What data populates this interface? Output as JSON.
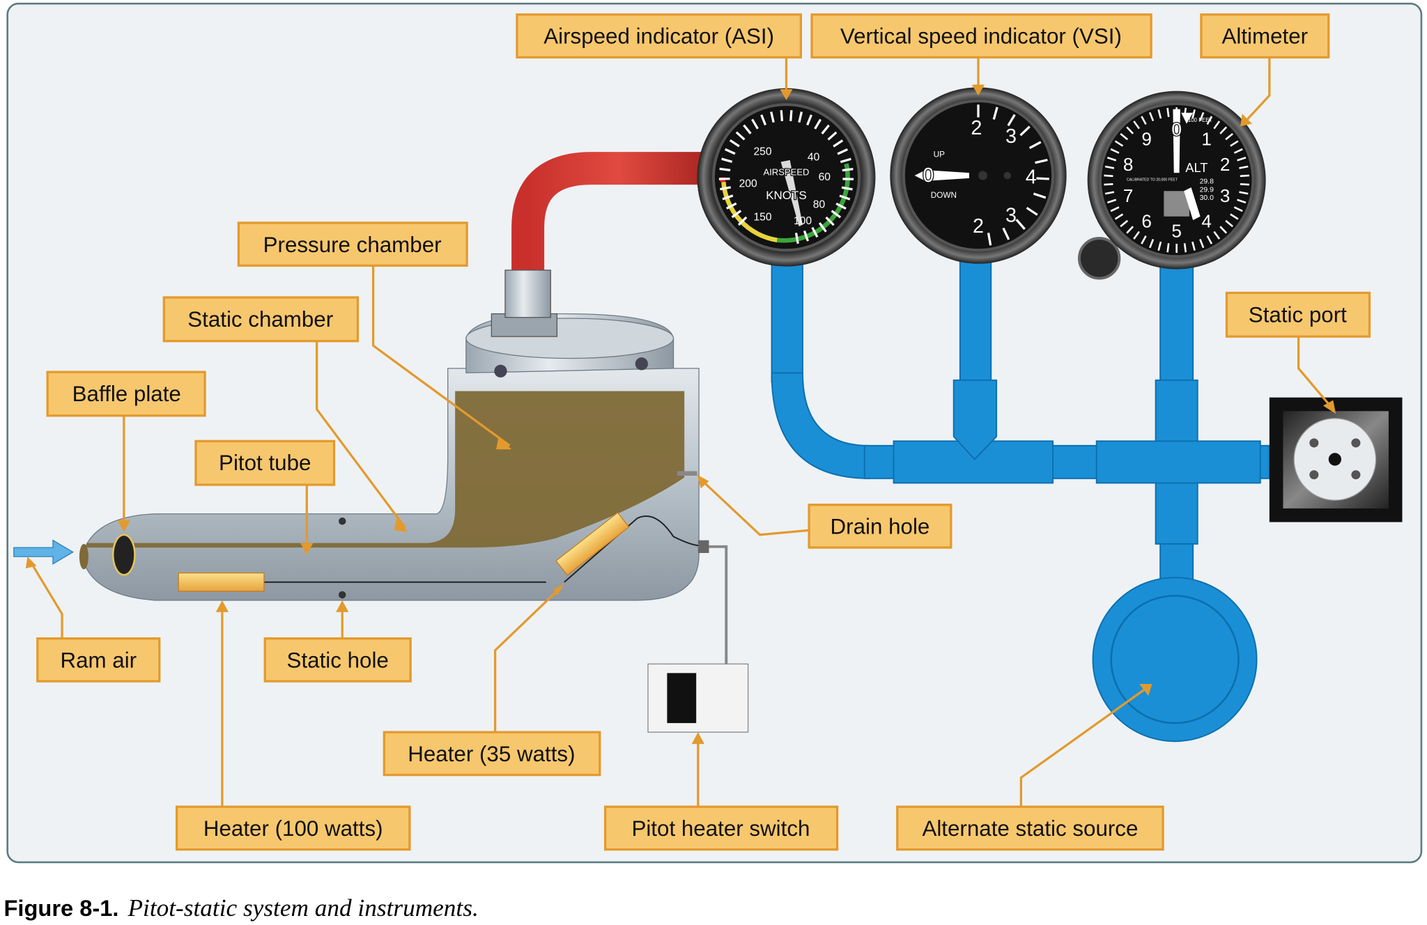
{
  "labels": {
    "asi": "Airspeed indicator (ASI)",
    "vsi": "Vertical speed indicator (VSI)",
    "altimeter": "Altimeter",
    "pressure_chamber": "Pressure chamber",
    "static_chamber": "Static chamber",
    "baffle_plate": "Baffle plate",
    "pitot_tube": "Pitot tube",
    "drain_hole": "Drain hole",
    "static_port": "Static port",
    "ram_air": "Ram air",
    "static_hole": "Static hole",
    "heater_35": "Heater (35 watts)",
    "heater_100": "Heater (100 watts)",
    "pitot_heater_switch": "Pitot heater switch",
    "alternate_static_source": "Alternate static source"
  },
  "asi_face": {
    "title1": "AIRSPEED",
    "title2": "KNOTS",
    "marks": [
      "250",
      "40",
      "60",
      "200",
      "80",
      "150",
      "100"
    ]
  },
  "vsi_face": {
    "up": "UP",
    "down": "DOWN",
    "marks": [
      "2",
      "3",
      "0",
      "4",
      "2",
      "3"
    ]
  },
  "alt_face": {
    "title": "ALT",
    "hundred": "100 FEET",
    "cal": "CALIBRATED TO 20,000 FEET",
    "marks": [
      "0",
      "1",
      "2",
      "3",
      "4",
      "5",
      "6",
      "7",
      "8",
      "9"
    ],
    "kollsman": [
      "29.8",
      "29.9",
      "30.0"
    ]
  },
  "caption": {
    "figure": "Figure 8-1.",
    "text": "Pitot-static system and instruments."
  },
  "colors": {
    "label_fill": "#f7c76e",
    "leader": "#e39a2d",
    "static_line": "#1a8fd6",
    "pitot_line": "#c9302c",
    "chamber": "#7f6a37"
  }
}
